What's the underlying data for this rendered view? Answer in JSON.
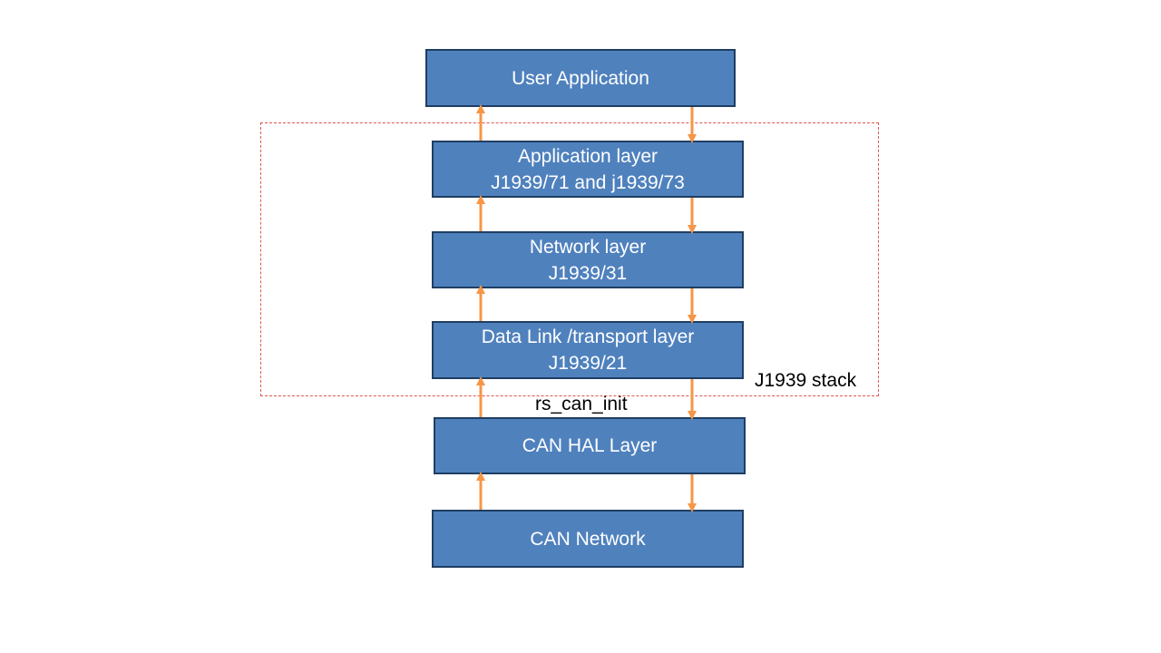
{
  "diagram": {
    "boxes": {
      "user_application": {
        "line1": "User Application"
      },
      "application_layer": {
        "line1": "Application layer",
        "line2": "J1939/71 and j1939/73"
      },
      "network_layer": {
        "line1": "Network layer",
        "line2": "J1939/31"
      },
      "data_link_layer": {
        "line1": "Data Link /transport layer",
        "line2": "J1939/21"
      },
      "can_hal_layer": {
        "line1": "CAN HAL Layer"
      },
      "can_network": {
        "line1": "CAN Network"
      }
    },
    "stack_label": "J1939 stack",
    "init_label": "rs_can_init",
    "colors": {
      "box_fill": "#4f81bd",
      "box_border": "#1f3e62",
      "arrow": "#f79646",
      "stack_border": "#e0574f"
    }
  }
}
